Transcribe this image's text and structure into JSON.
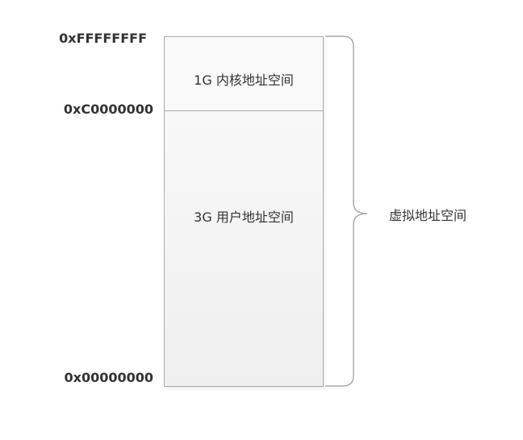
{
  "addresses": {
    "top": "0xFFFFFFFF",
    "split": "0xC0000000",
    "bottom": "0x00000000"
  },
  "regions": {
    "kernel": "1G 内核地址空间",
    "user": "3G 用户地址空间"
  },
  "brace_label": "虚拟地址空间",
  "colors": {
    "border": "#aaaaaa",
    "text": "#333333"
  }
}
